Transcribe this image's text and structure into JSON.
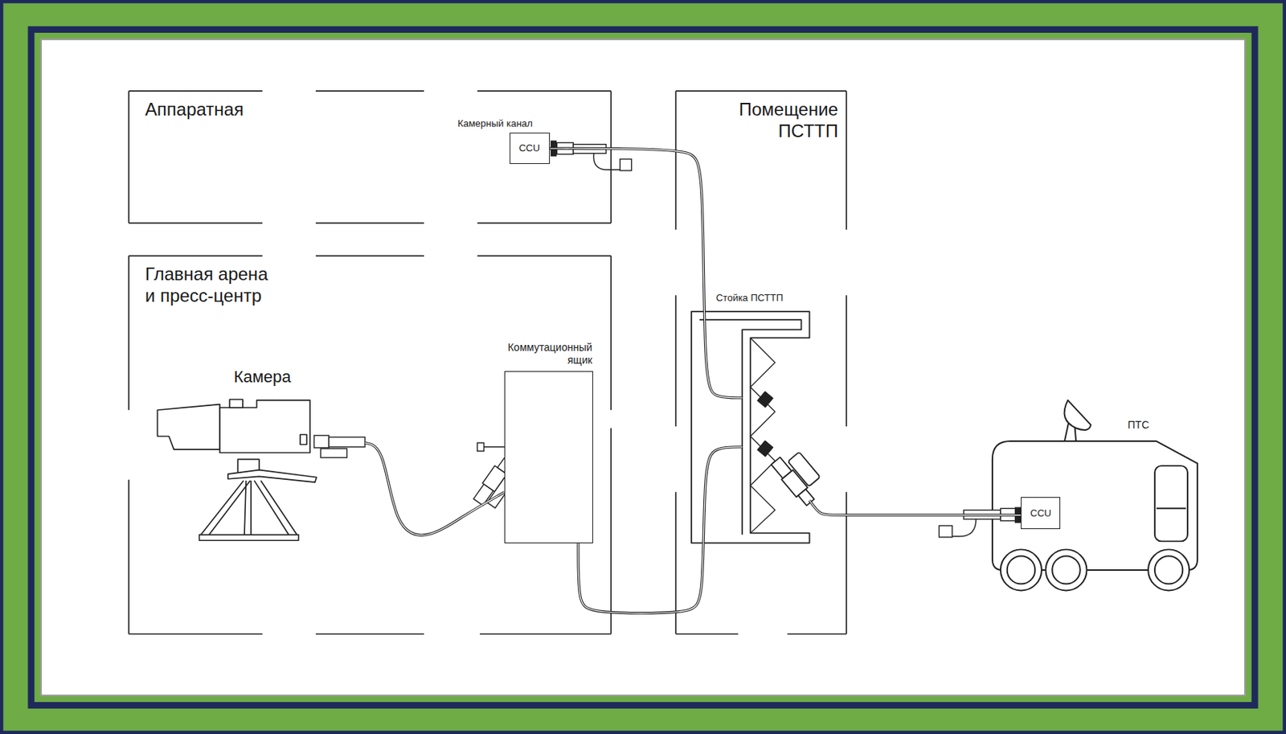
{
  "diagram": {
    "nodes": [
      {
        "text": [
          "Аппаратная"
        ]
      },
      {
        "text": [
          "Камерный канал",
          "CCU"
        ],
        "in": 0
      },
      {
        "text": [
          "Главная арена и пресс-центр"
        ]
      },
      {
        "text": [
          "Камера"
        ],
        "in": 2
      },
      {
        "text": [
          "Коммутационный ящик"
        ],
        "in": 2
      },
      {
        "text": [
          "Помещение ПСТТП"
        ]
      },
      {
        "text": [
          "Стойка ПСТТП"
        ],
        "in": 5
      },
      {
        "text": [
          "ПТС"
        ]
      },
      {
        "text": [
          "CCU"
        ],
        "in": 7
      }
    ],
    "edges": [
      {
        "from": 3,
        "to": 4,
        "arrow": "none"
      },
      {
        "from": 4,
        "to": 6,
        "arrow": "none"
      },
      {
        "from": 6,
        "to": 1,
        "arrow": "none"
      },
      {
        "from": 6,
        "to": 8,
        "arrow": "none"
      }
    ]
  }
}
